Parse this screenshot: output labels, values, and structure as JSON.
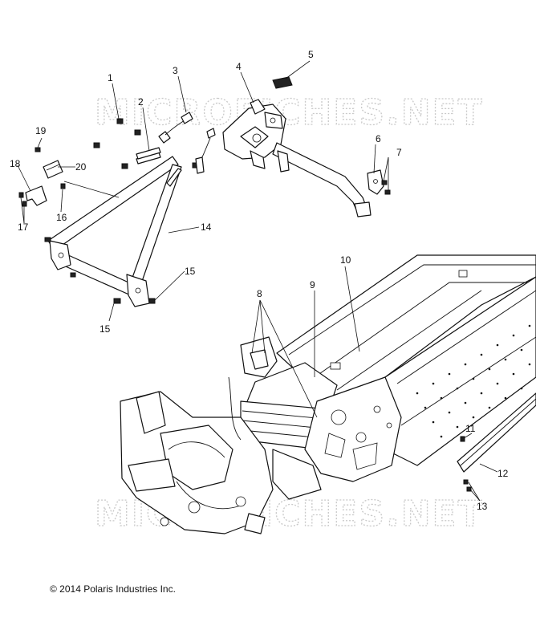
{
  "watermark": "MICROFICHES.NET",
  "copyright": "© 2014 Polaris Industries Inc.",
  "callouts": [
    "1",
    "2",
    "3",
    "4",
    "5",
    "6",
    "7",
    "8",
    "9",
    "10",
    "11",
    "12",
    "13",
    "14",
    "15",
    "15",
    "16",
    "17",
    "18",
    "19",
    "20"
  ]
}
